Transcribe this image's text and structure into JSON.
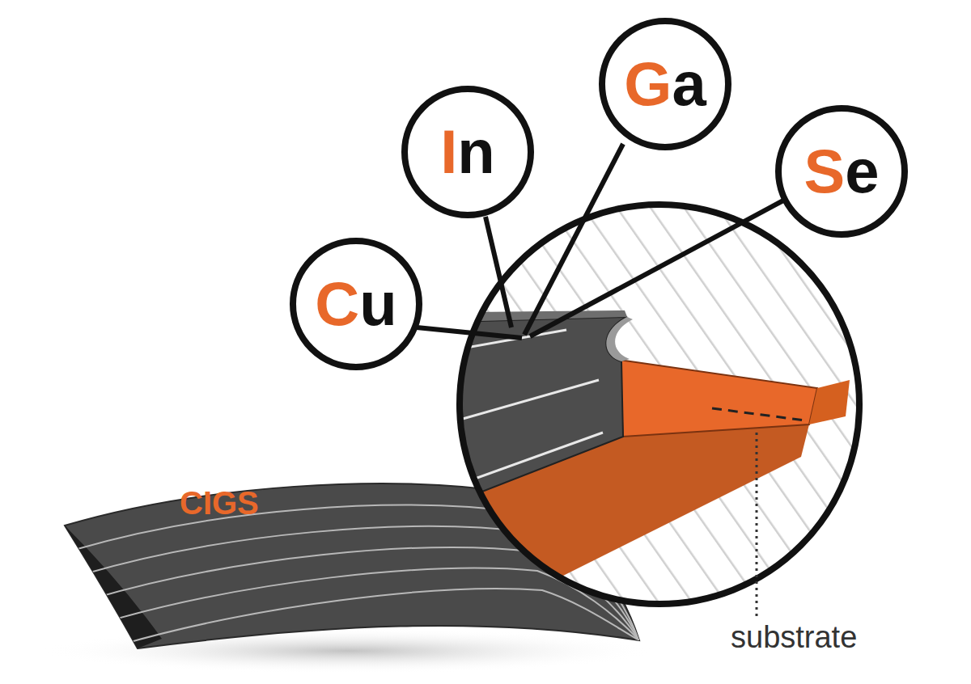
{
  "diagram": {
    "nodes": [
      {
        "text": [
          "Cu"
        ]
      },
      {
        "text": [
          "In"
        ]
      },
      {
        "text": [
          "Ga"
        ]
      },
      {
        "text": [
          "Se"
        ]
      }
    ],
    "labels": [
      "CIGS",
      "substrate"
    ]
  }
}
